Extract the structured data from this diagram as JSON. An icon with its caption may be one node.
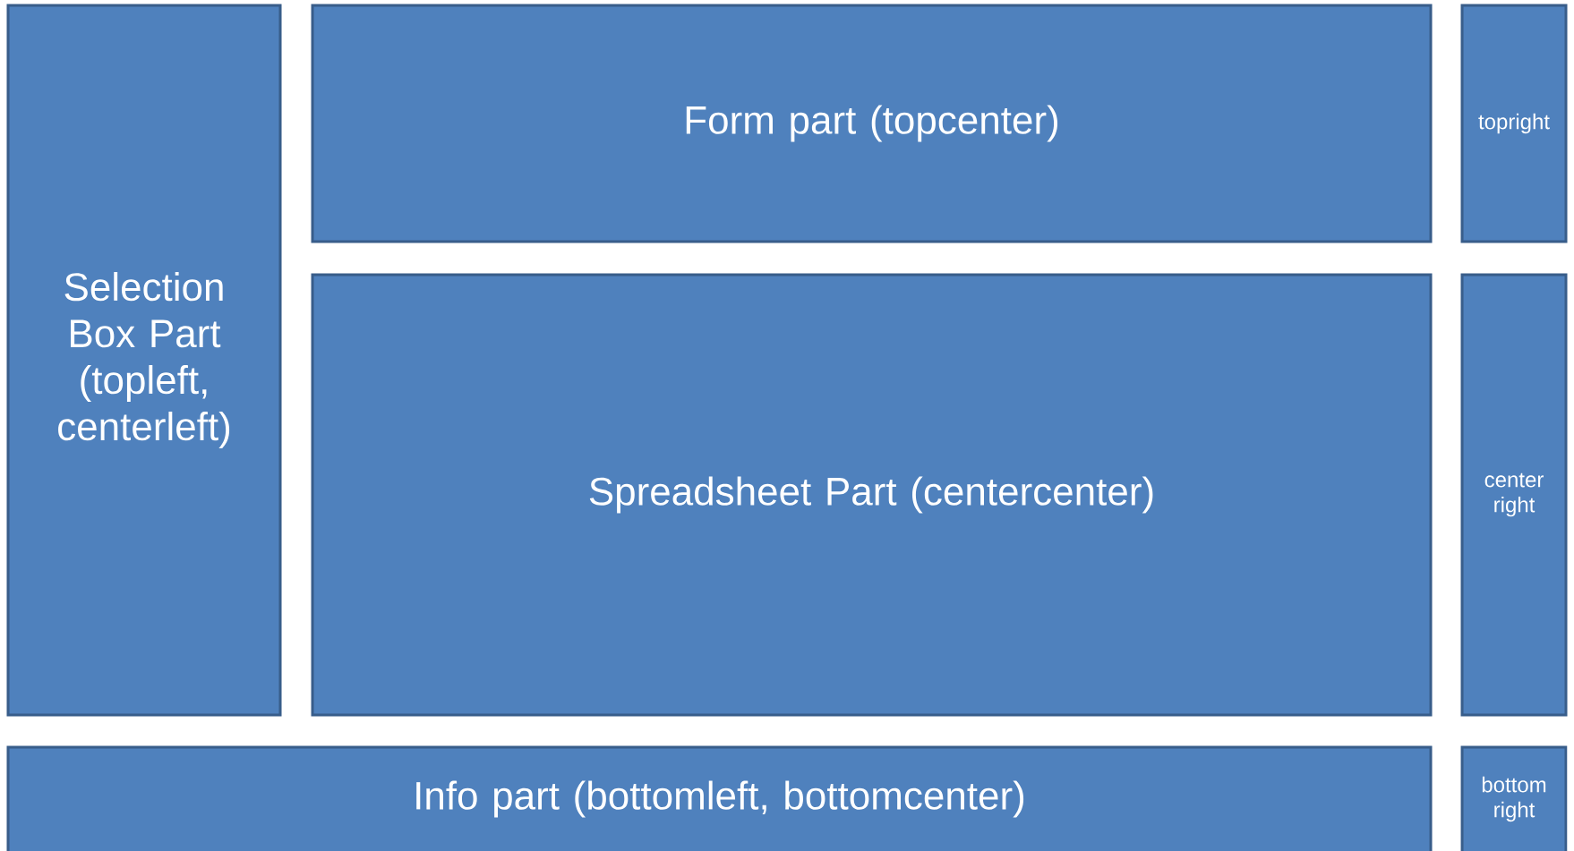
{
  "diagram": {
    "nodes": [
      {
        "text": [
          "Selection Box Part (topleft, centerleft)"
        ]
      },
      {
        "text": [
          "Form part (topcenter)"
        ]
      },
      {
        "text": [
          "topright"
        ]
      },
      {
        "text": [
          "Spreadsheet Part (centercenter)"
        ]
      },
      {
        "text": [
          "center right"
        ]
      },
      {
        "text": [
          "Info part (bottomleft, bottomcenter)"
        ]
      },
      {
        "text": [
          "bottom right"
        ]
      }
    ]
  }
}
